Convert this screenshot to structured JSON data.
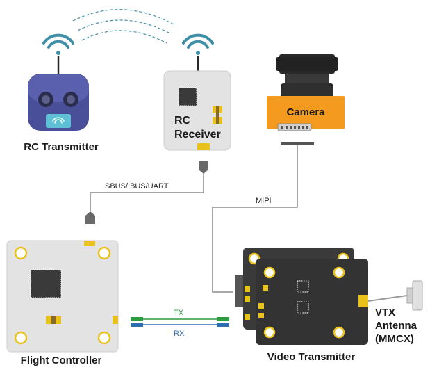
{
  "nodes": {
    "rc_transmitter": "RC Transmitter",
    "rc_receiver_line1": "RC",
    "rc_receiver_line2": "Receiver",
    "camera": "Camera",
    "flight_controller": "Flight Controller",
    "video_transmitter": "Video Transmitter",
    "vtx_antenna_line1": "VTX",
    "vtx_antenna_line2": "Antenna",
    "vtx_antenna_line3": "(MMCX)"
  },
  "links": {
    "receiver_to_fc": "SBUS/IBUS/UART",
    "camera_to_vtx": "MIPI",
    "tx": "TX",
    "rx": "RX"
  },
  "colors": {
    "wifi": "#3f8fa8",
    "transmitter_body": "#4a4f9a",
    "camera_orange": "#f39a1f",
    "board_gray": "#e3e3e3",
    "vtx_dark": "#333333",
    "pad_yellow": "#e8c21a",
    "tx_green": "#2f9a3f",
    "rx_blue": "#2f6fb0"
  },
  "icons": [
    "wifi-signal-icon",
    "chip-icon",
    "antenna-connector-icon"
  ]
}
